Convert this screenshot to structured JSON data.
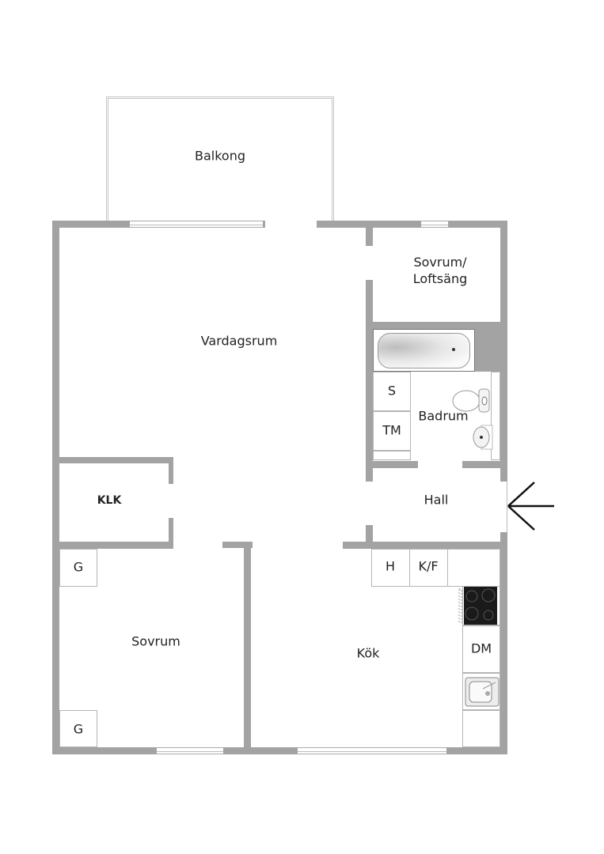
{
  "floorplan": {
    "rooms": [
      {
        "id": "balkong",
        "label": "Balkong"
      },
      {
        "id": "vardagsrum",
        "label": "Vardagsrum"
      },
      {
        "id": "sovrum-loft",
        "label_line1": "Sovrum/",
        "label_line2": "Loftsäng"
      },
      {
        "id": "badrum",
        "label": "Badrum"
      },
      {
        "id": "hall",
        "label": "Hall"
      },
      {
        "id": "klk",
        "label": "KLK"
      },
      {
        "id": "sovrum",
        "label": "Sovrum"
      },
      {
        "id": "kok",
        "label": "Kök"
      }
    ],
    "fixtures": {
      "bath_s": "S",
      "bath_tm": "TM",
      "wardrobe_top": "G",
      "wardrobe_bottom": "G",
      "kitchen_h": "H",
      "kitchen_kf": "K/F",
      "kitchen_dm": "DM"
    },
    "entrance": {
      "icon": "arrow-left-icon"
    },
    "colors": {
      "wall": "#a3a3a3",
      "stove": "#1a1a1a",
      "background": "#ffffff"
    }
  }
}
